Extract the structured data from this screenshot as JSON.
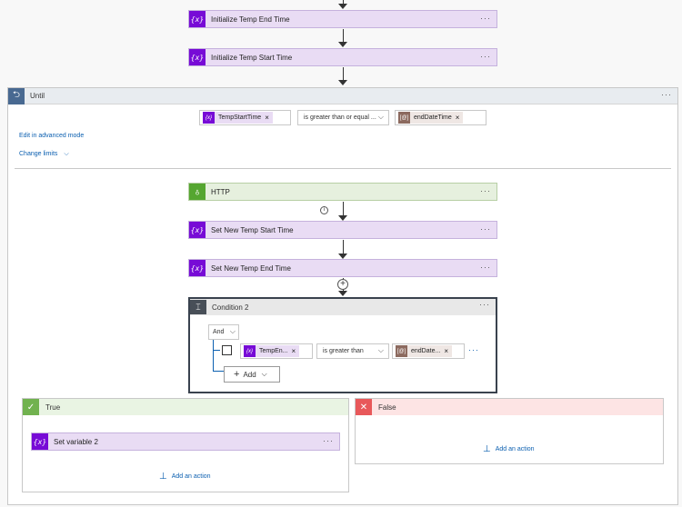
{
  "steps": {
    "init_end": {
      "title": "Initialize Temp End Time",
      "icon": "{x}"
    },
    "init_start": {
      "title": "Initialize Temp Start Time",
      "icon": "{x}"
    }
  },
  "until": {
    "title": "Until",
    "condition": {
      "left_token": "TempStartTime",
      "operator": "is greater than or equal ...",
      "right_token": "endDateTime"
    },
    "edit_advanced": "Edit in advanced mode",
    "change_limits": "Change limits",
    "http": {
      "title": "HTTP"
    },
    "set_start": {
      "title": "Set New Temp Start Time",
      "icon": "{x}"
    },
    "set_end": {
      "title": "Set New Temp End Time",
      "icon": "{x}"
    },
    "condition2": {
      "title": "Condition 2",
      "group_operator": "And",
      "row": {
        "left_token": "TempEn...",
        "operator": "is greater than",
        "right_token": "endDate..."
      },
      "add_label": "Add"
    },
    "true_branch": {
      "title": "True",
      "step": {
        "title": "Set variable 2",
        "icon": "{x}"
      },
      "add_action": "Add an action"
    },
    "false_branch": {
      "title": "False",
      "add_action": "Add an action"
    }
  },
  "colors": {
    "variable": "#770bd6",
    "variable_bg": "#e9dcf4",
    "http": "#55a630",
    "true": "#71b24f",
    "false": "#e8585a",
    "link": "#0b5fb0"
  }
}
